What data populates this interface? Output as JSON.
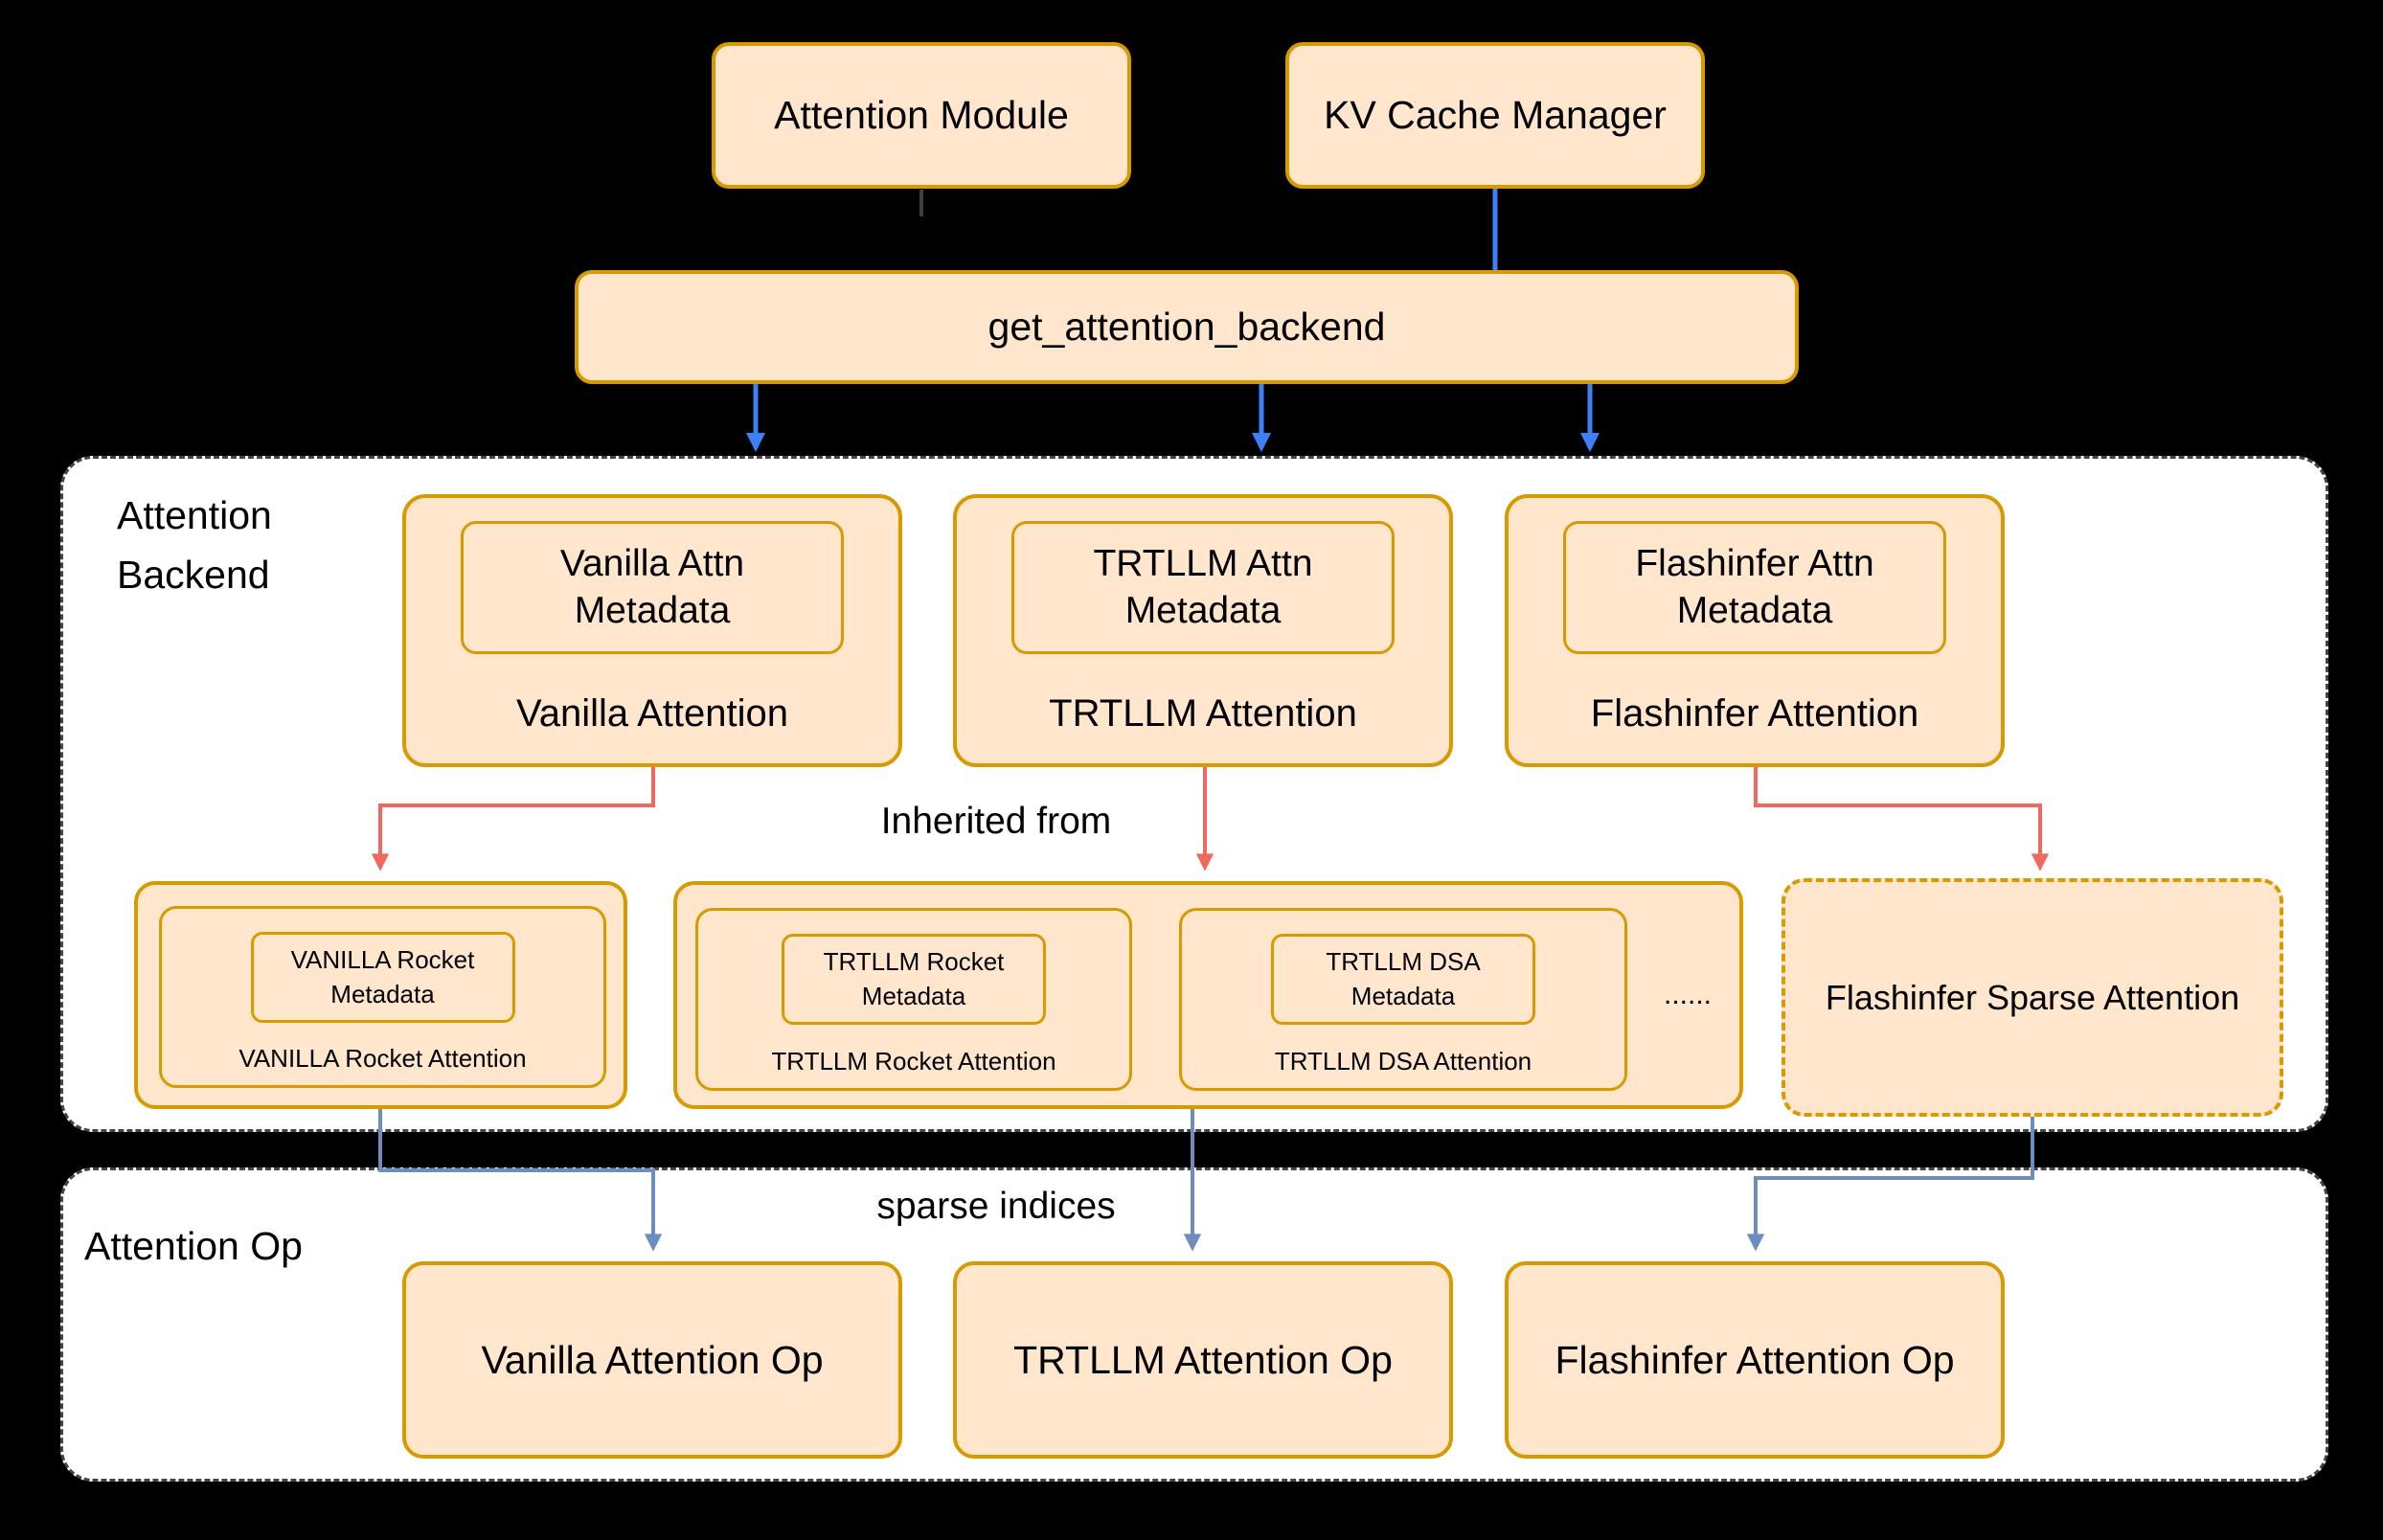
{
  "colors": {
    "background": "#000000",
    "region_fill": "#FFFFFF",
    "node_fill": "#FFE6CC",
    "node_border": "#D79B00",
    "blue_arrow": "#3C82F6",
    "red_arrow": "#F0685E",
    "steel_arrow": "#6C8EBF"
  },
  "nodes": {
    "attention_module": "Attention Module",
    "kv_cache_manager": "KV Cache Manager",
    "get_attention_backend": "get_attention_backend"
  },
  "backend": {
    "section_label": "Attention Backend",
    "inherited_from": "Inherited from",
    "row1": [
      {
        "metadata": "Vanilla Attn Metadata",
        "label": "Vanilla Attention"
      },
      {
        "metadata": "TRTLLM Attn Metadata",
        "label": "TRTLLM Attention"
      },
      {
        "metadata": "Flashinfer Attn Metadata",
        "label": "Flashinfer Attention"
      }
    ],
    "row2": {
      "vanilla_rocket": {
        "metadata": "VANILLA Rocket Metadata",
        "label": "VANILLA Rocket Attention"
      },
      "trtllm_rocket": {
        "metadata": "TRTLLM Rocket Metadata",
        "label": "TRTLLM Rocket Attention"
      },
      "trtllm_dsa": {
        "metadata": "TRTLLM DSA Metadata",
        "label": "TRTLLM DSA Attention"
      },
      "ellipsis": "......",
      "flashinfer_sparse": "Flashinfer Sparse Attention"
    }
  },
  "ops": {
    "section_label": "Attention Op",
    "sparse_indices": "sparse indices",
    "items": [
      "Vanilla Attention Op",
      "TRTLLM Attention Op",
      "Flashinfer Attention Op"
    ]
  }
}
